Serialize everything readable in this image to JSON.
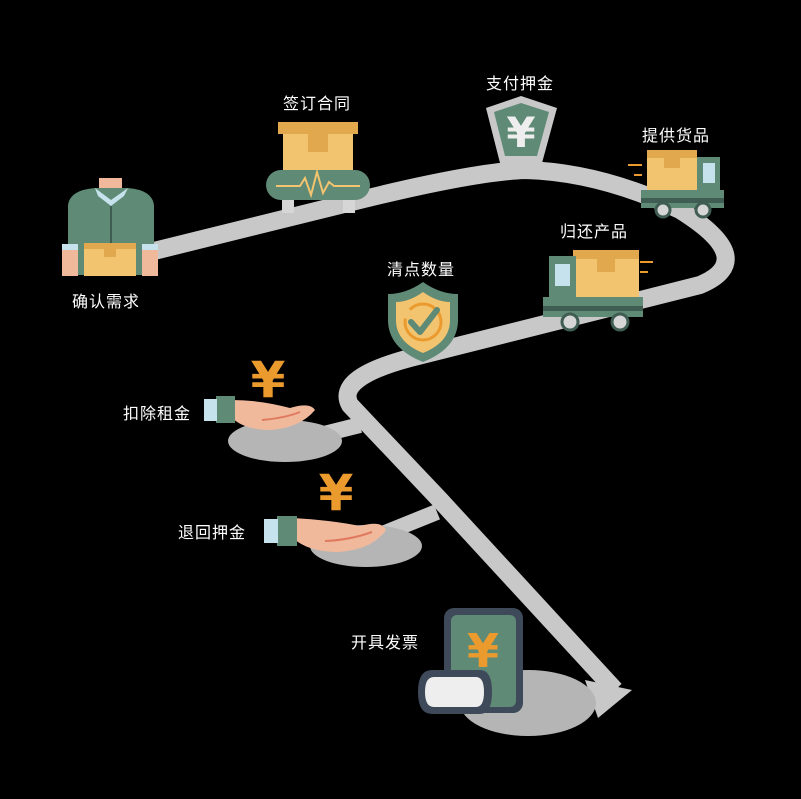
{
  "steps": {
    "confirm": "确认需求",
    "contract": "签订合同",
    "deposit": "支付押金",
    "deliver": "提供货品",
    "return": "归还产品",
    "count": "清点数量",
    "deduct": "扣除租金",
    "refund": "退回押金",
    "invoice": "开具发票"
  },
  "currency_symbol": "¥",
  "colors": {
    "background": "#000000",
    "road": "#c8c8c8",
    "green": "#5f8a76",
    "dark_green": "#3f5d52",
    "box_orange": "#f2c46f",
    "box_dark": "#e2a84d",
    "yuan_orange": "#eb9a2e",
    "skin": "#f1b99c",
    "shadow_gray": "#b5b5b5"
  },
  "icons": {
    "confirm": "person-holding-box-icon",
    "contract": "box-on-monitor-icon",
    "deposit": "yuan-badge-icon",
    "deliver": "delivery-truck-icon",
    "return": "truck-icon",
    "count": "shield-check-icon",
    "deduct": "hand-yuan-icon",
    "refund": "hand-yuan-icon",
    "invoice": "yuan-invoice-icon"
  }
}
